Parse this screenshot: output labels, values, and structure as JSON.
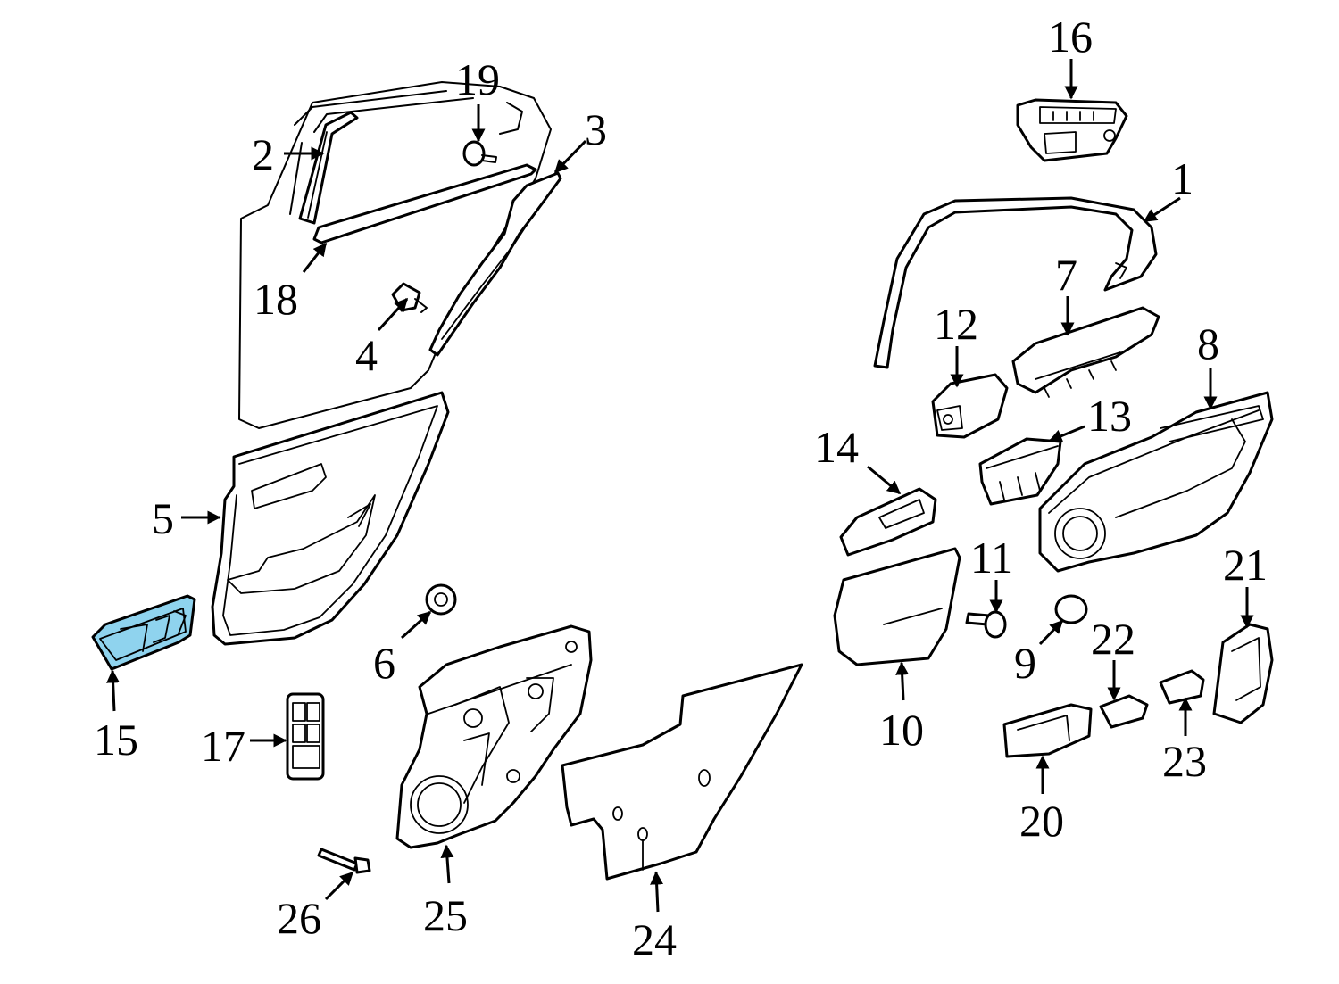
{
  "diagram": {
    "highlight_color": "#8fd3ee",
    "line_color": "#000000",
    "background": "#ffffff",
    "highlighted_part": "15",
    "callouts": {
      "c1": "1",
      "c2": "2",
      "c3": "3",
      "c4": "4",
      "c5": "5",
      "c6": "6",
      "c7": "7",
      "c8": "8",
      "c9": "9",
      "c10": "10",
      "c11": "11",
      "c12": "12",
      "c13": "13",
      "c14": "14",
      "c15": "15",
      "c16": "16",
      "c17": "17",
      "c18": "18",
      "c19": "19",
      "c20": "20",
      "c21": "21",
      "c22": "22",
      "c23": "23",
      "c24": "24",
      "c25": "25",
      "c26": "26"
    }
  }
}
